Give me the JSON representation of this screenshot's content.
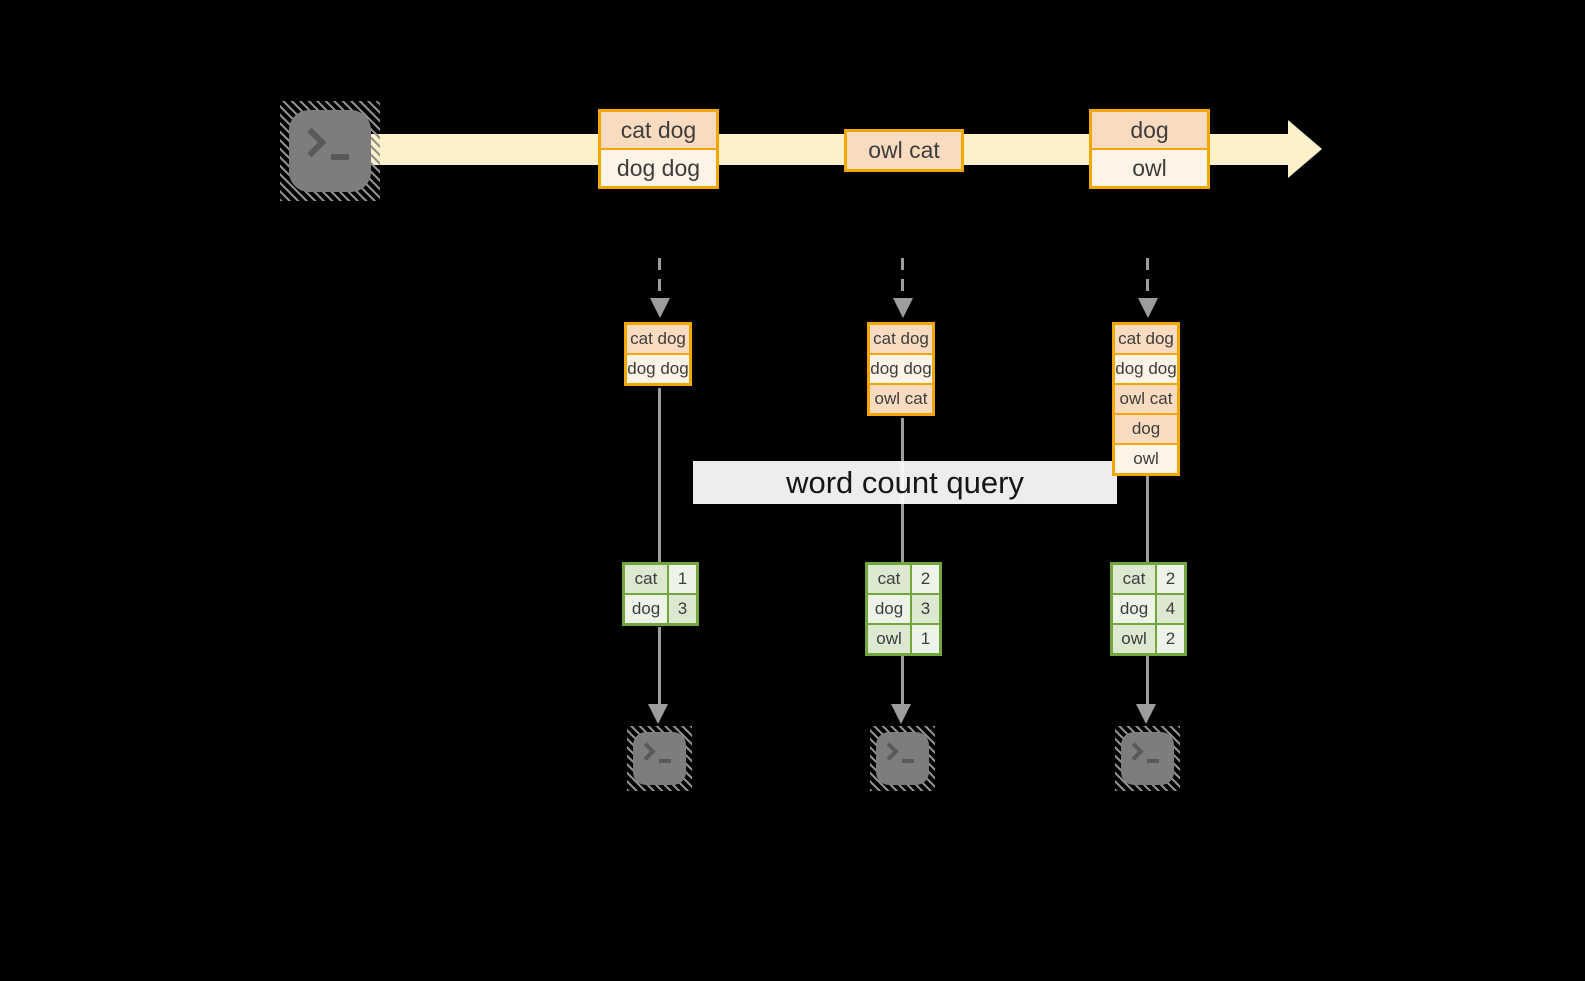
{
  "query_label": "word count query",
  "stream": {
    "source_icon": "terminal-icon",
    "events": [
      {
        "rows": [
          "cat dog",
          "dog dog"
        ]
      },
      {
        "rows": [
          "owl cat"
        ]
      },
      {
        "rows": [
          "dog",
          "owl"
        ]
      }
    ]
  },
  "columns": [
    {
      "buffer": [
        "cat dog",
        "dog dog"
      ],
      "counts": [
        {
          "word": "cat",
          "count": "1"
        },
        {
          "word": "dog",
          "count": "3"
        }
      ]
    },
    {
      "buffer": [
        "cat dog",
        "dog dog",
        "owl cat"
      ],
      "counts": [
        {
          "word": "cat",
          "count": "2"
        },
        {
          "word": "dog",
          "count": "3"
        },
        {
          "word": "owl",
          "count": "1"
        }
      ]
    },
    {
      "buffer": [
        "cat dog",
        "dog dog",
        "owl cat",
        "dog",
        "owl"
      ],
      "counts": [
        {
          "word": "cat",
          "count": "2"
        },
        {
          "word": "dog",
          "count": "4"
        },
        {
          "word": "owl",
          "count": "2"
        }
      ]
    }
  ],
  "colors": {
    "accent_orange": "#f2a702",
    "fill_peach": "#f9dcc0",
    "fill_cream": "#fdf3e6",
    "stream_band": "#fdf1ca",
    "green_border": "#74a63e",
    "green_cell_dark": "#dde8d1",
    "green_cell_light": "#eef3e8",
    "connector_gray": "#9d9d9d",
    "icon_gray": "#7d7d7d",
    "label_bg": "#ffffff",
    "text_dark": "#3d3d3d"
  }
}
